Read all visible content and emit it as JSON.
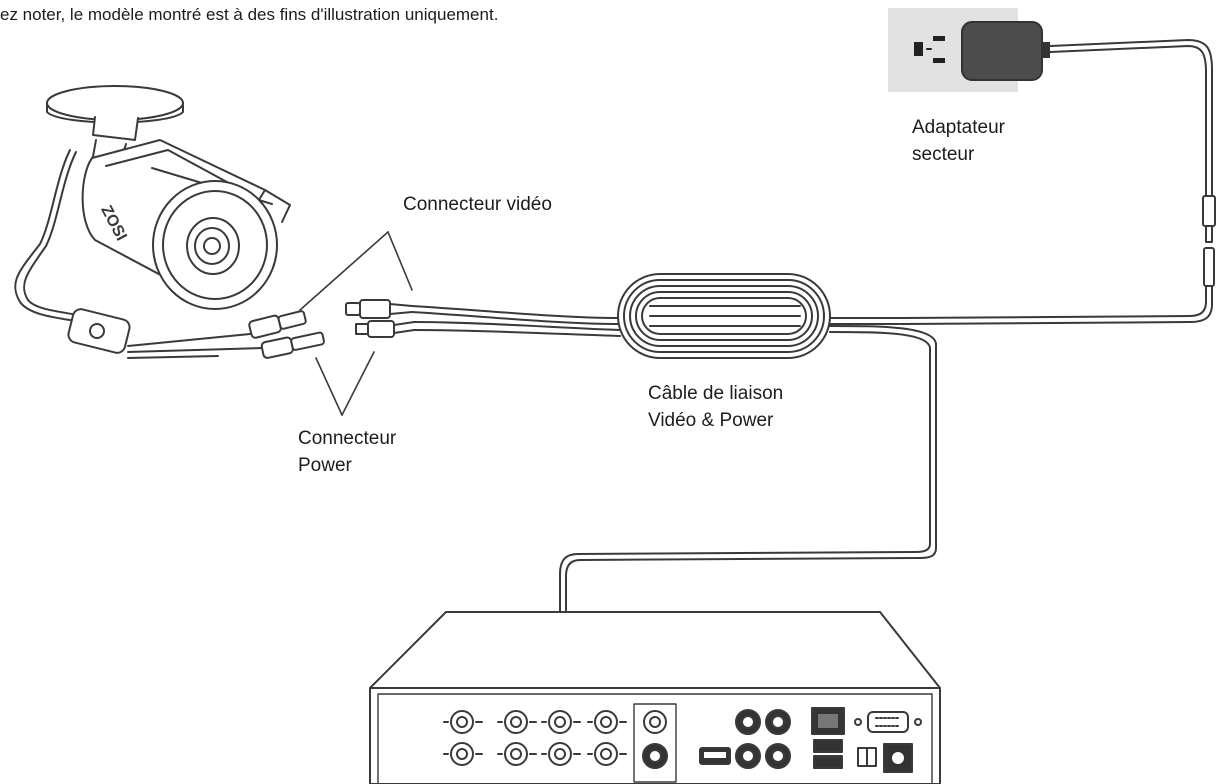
{
  "note": "ez noter, le modèle montré est à des fins d'illustration uniquement.",
  "labels": {
    "video_connector": "Connecteur vidéo",
    "power_connector": [
      "Connecteur",
      "Power"
    ],
    "link_cable": [
      "Câble de liaison",
      "Vidéo & Power"
    ],
    "adapter": [
      "Adaptateur",
      "secteur"
    ]
  },
  "camera_brand": "ZOSI"
}
